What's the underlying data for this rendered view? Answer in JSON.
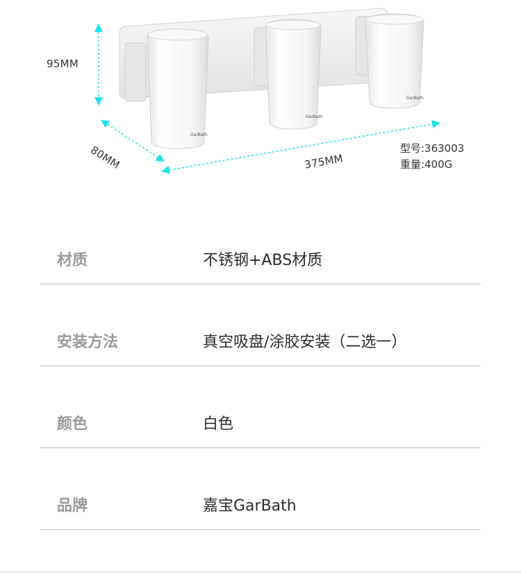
{
  "dimensions": {
    "height": "95MM",
    "depth": "80MM",
    "width": "375MM"
  },
  "model": "型号:363003",
  "weight": "重量:400G",
  "brand_mark": "GarBath",
  "colors": {
    "arrow": "#1ee0e6",
    "label_text": "#9a9a9a",
    "value_text": "#2b2b2b",
    "divider": "#bdbdbd",
    "product": "#f1f1f1"
  },
  "specs": [
    {
      "label": "材质",
      "value": "不锈钢+ABS材质"
    },
    {
      "label": "安装方法",
      "value": "真空吸盘/涂胶安装（二选一）"
    },
    {
      "label": "颜色",
      "value": "白色"
    },
    {
      "label": "品牌",
      "value": "嘉宝GarBath"
    }
  ]
}
